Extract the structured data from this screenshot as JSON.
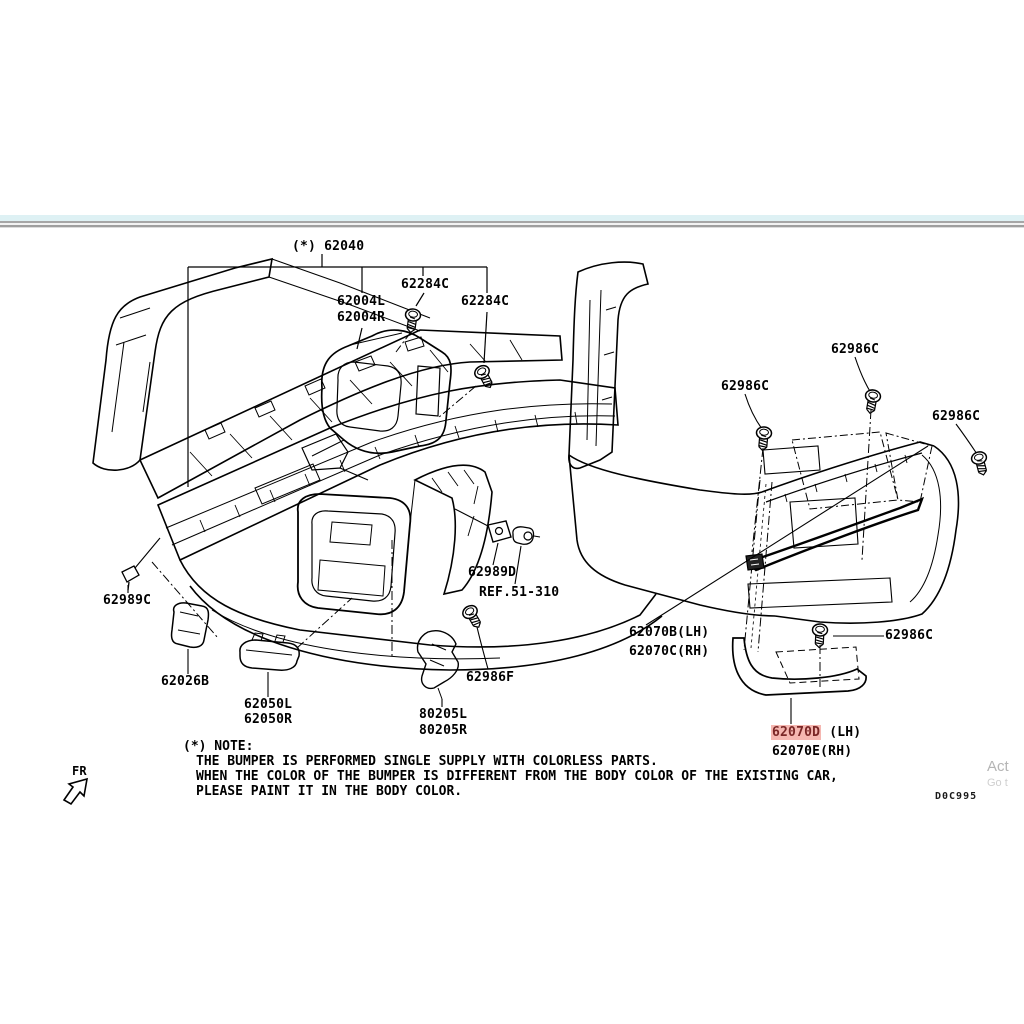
{
  "assembly": {
    "label": "(*) 62040"
  },
  "left_labels": {
    "p62284c_top": "62284C",
    "p62004l": "62004L",
    "p62004r": "62004R",
    "p62284c_right": "62284C",
    "p62989c": "62989C",
    "p62026b": "62026B",
    "p62050l": "62050L",
    "p62050r": "62050R",
    "p80205l": "80205L",
    "p80205r": "80205R",
    "p62989d": "62989D",
    "ref_code": "REF.51-310",
    "p62986f": "62986F"
  },
  "right_labels": {
    "p62986c_a": "62986C",
    "p62986c_b": "62986C",
    "p62986c_c": "62986C",
    "p62986c_d": "62986C",
    "p62070b": "62070B(LH)",
    "p62070c": "62070C(RH)",
    "p62070d": "62070D",
    "p62070d_side": " (LH)",
    "p62070e": "62070E(RH)"
  },
  "note": {
    "heading": "(*) NOTE:",
    "line1": "THE BUMPER IS PERFORMED SINGLE SUPPLY WITH COLORLESS PARTS.",
    "line2": "WHEN THE COLOR OF THE BUMPER IS DIFFERENT FROM THE BODY COLOR OF THE EXISTING CAR,",
    "line3": "PLEASE PAINT IT IN THE BODY COLOR."
  },
  "misc": {
    "fr_label": "FR",
    "doc_code": "D0C995",
    "watermark_line1": "Act",
    "watermark_line2": "Go t"
  },
  "colors": {
    "highlight_bg": "#f5b7b1",
    "highlight_text": "#7a2727",
    "divider_cyan": "#def1f4",
    "divider_gray": "#a6a6a6",
    "line": "#000000"
  }
}
